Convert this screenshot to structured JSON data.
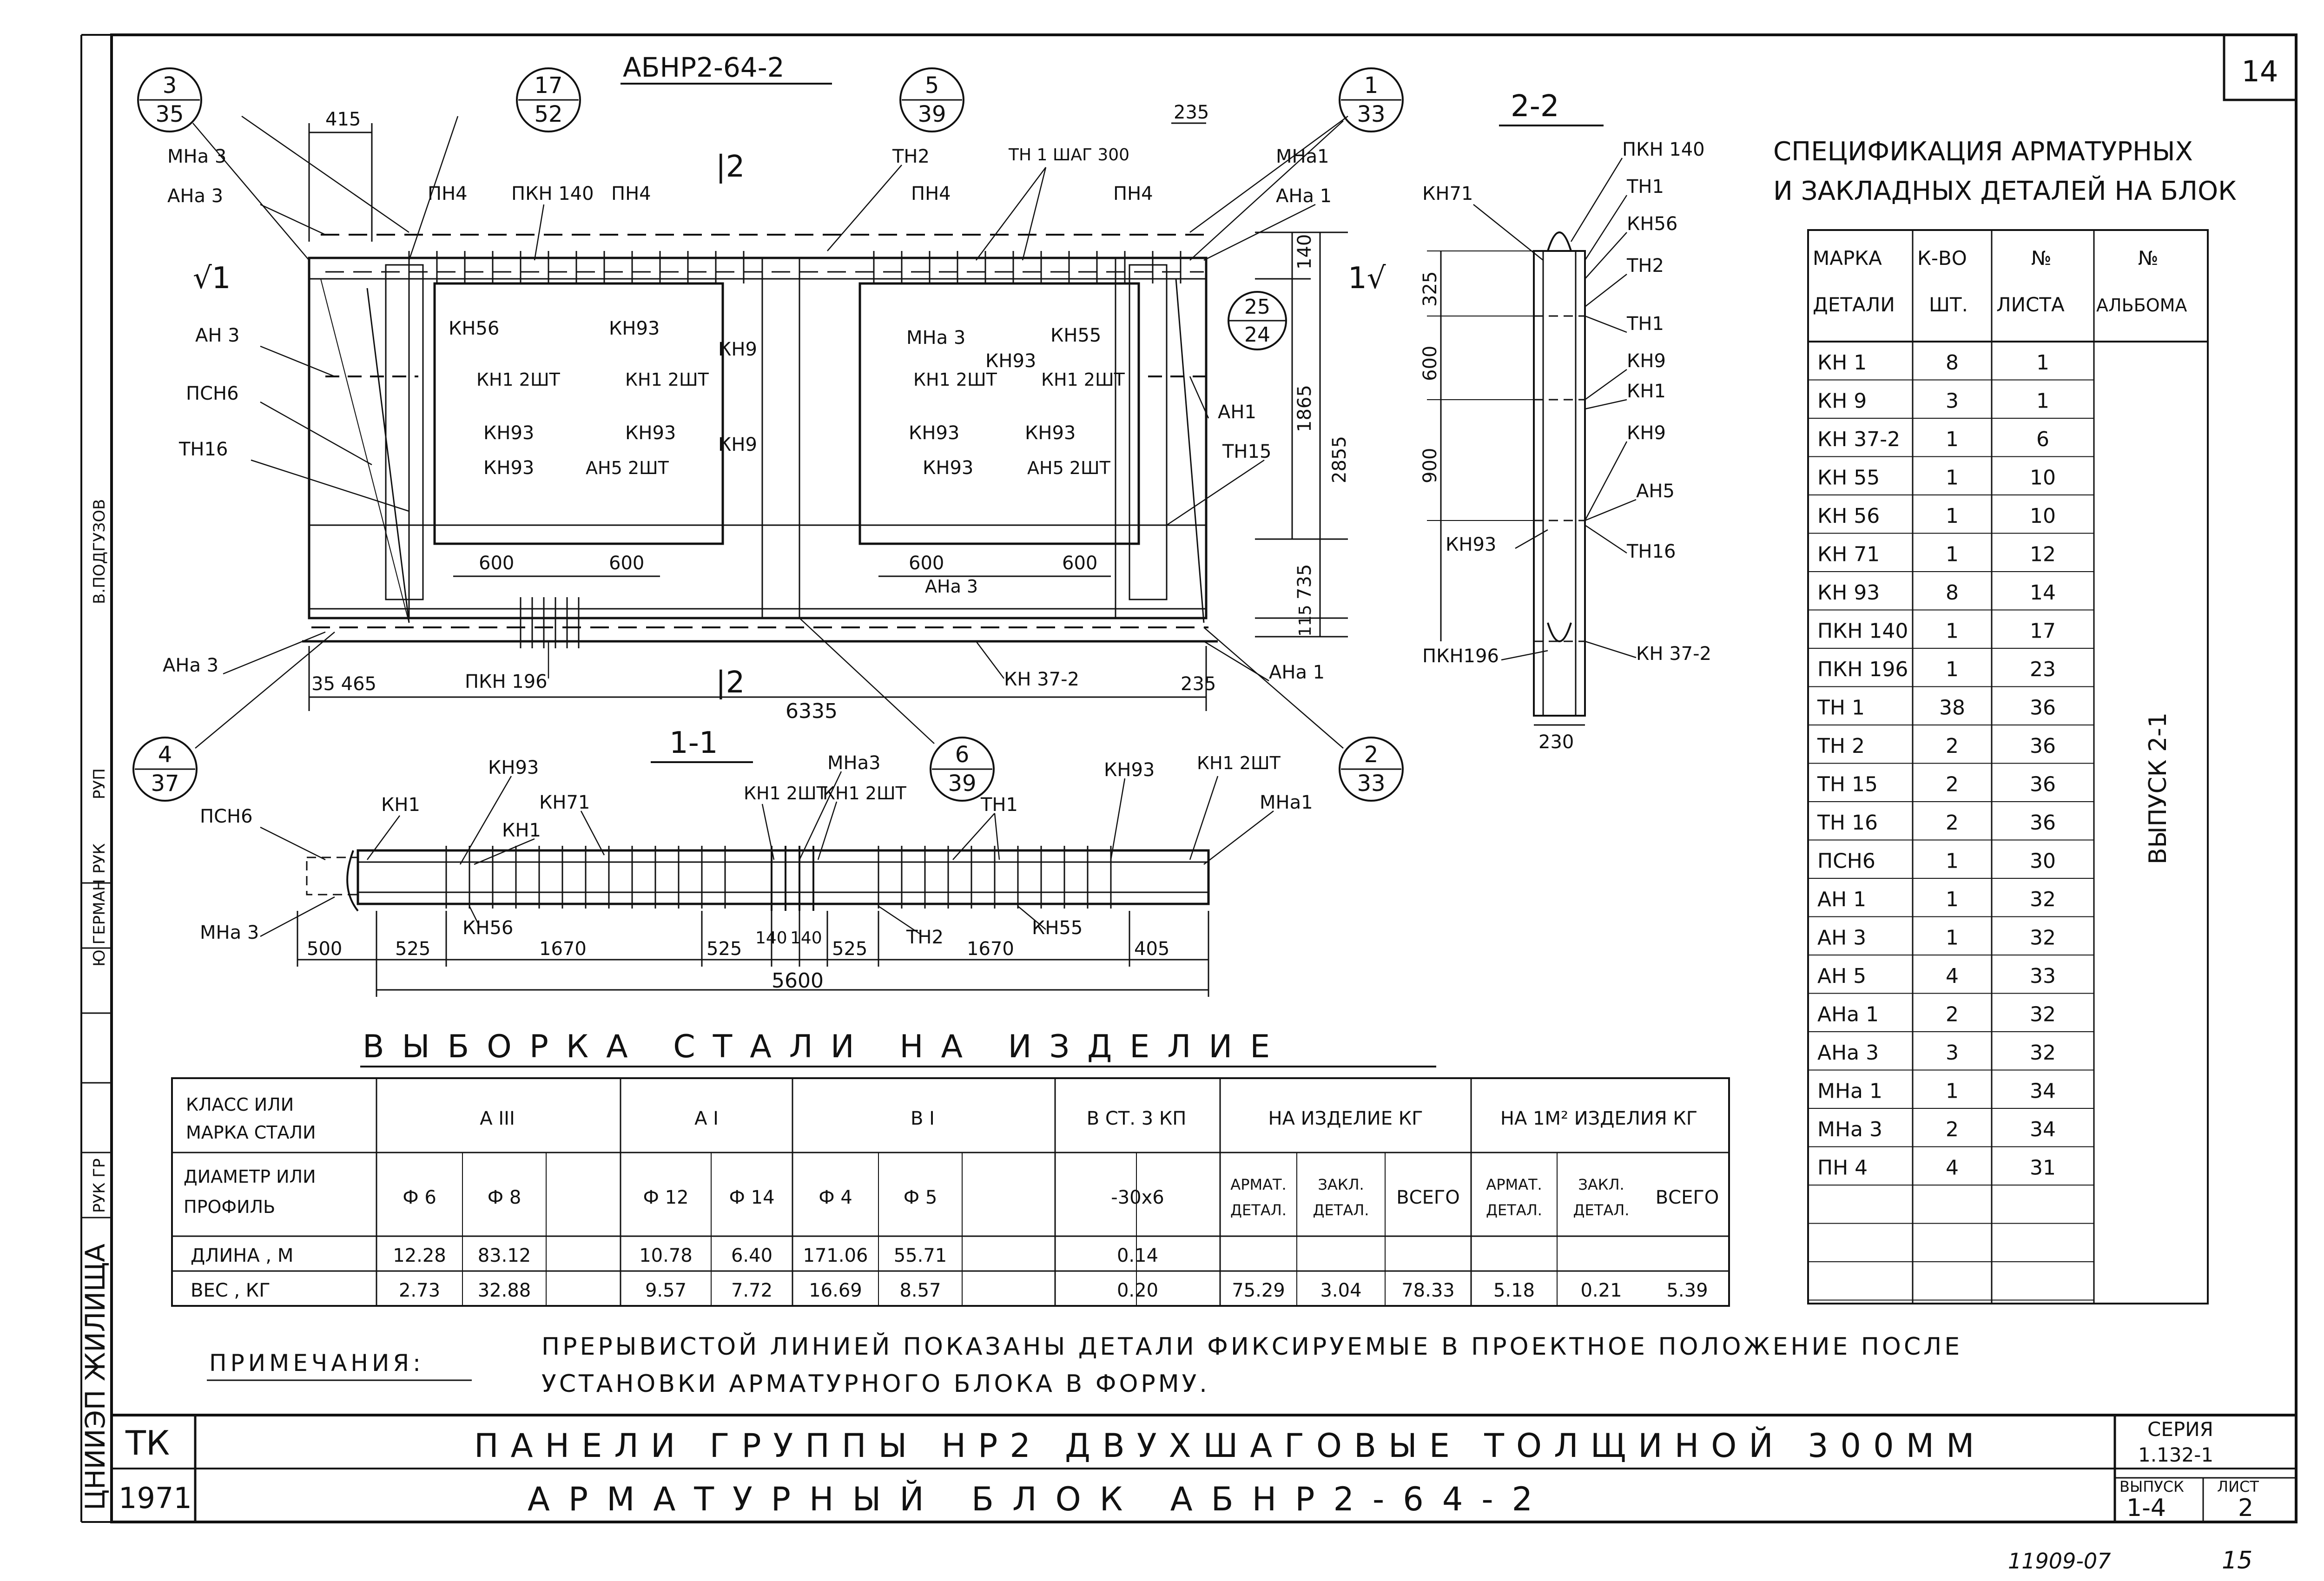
{
  "sheet_number": "14",
  "block_title": "АБНР2-64-2",
  "section_2_label": "2-2",
  "section_1_label": "1-1",
  "circle_refs": [
    {
      "top": "3",
      "bottom": "35"
    },
    {
      "top": "17",
      "bottom": "52"
    },
    {
      "top": "5",
      "bottom": "39"
    },
    {
      "top": "1",
      "bottom": "33"
    },
    {
      "top": "25",
      "bottom": "24"
    },
    {
      "top": "4",
      "bottom": "37"
    },
    {
      "top": "6",
      "bottom": "39"
    },
    {
      "top": "2",
      "bottom": "33"
    }
  ],
  "view_labels": {
    "top_left": [
      "МНа 3",
      "АНа 3",
      "ПН4",
      "ПКН 140",
      "ПН4",
      "ТН2",
      "ТН 1 ШАГ 300",
      "ПН4",
      "МНа1",
      "АНа 1"
    ],
    "mid": [
      "КН56",
      "КН93",
      "КН9",
      "МНа 3",
      "КН93",
      "КН55",
      "КН1 2ШТ",
      "КН93",
      "КН9",
      "КН1 2ШТ",
      "КН93",
      "АН5 2ШТ"
    ],
    "left_side": [
      "АН 3",
      "ПСН6",
      "ТН16",
      "АНа 3"
    ],
    "right_side": [
      "АН1",
      "ТН15",
      "АНа 1"
    ],
    "bottom": [
      "ПКН 196",
      "КН 37-2",
      "АНа 3"
    ]
  },
  "dimensions": {
    "top_415": "415",
    "top_235": "235",
    "right_140": "140",
    "right_1865": "1865",
    "right_2855": "2855",
    "right_735": "735",
    "right_115": "115",
    "bottom_35465": "35 465",
    "bottom_6335": "6335",
    "bottom_235": "235",
    "d600a": "600",
    "d600b": "600",
    "d600c": "600",
    "d600d": "600"
  },
  "section22": {
    "labels": [
      "КН71",
      "ПКН 140",
      "ТН1",
      "КН56",
      "ТН2",
      "ТН1",
      "КН9",
      "КН1",
      "КН9",
      "АН5",
      "КН93",
      "ТН16",
      "ПКН196",
      "КН 37-2"
    ],
    "dims": [
      "325",
      "600",
      "900",
      "230"
    ]
  },
  "section11": {
    "labels": [
      "ПСН6",
      "КН1",
      "КН93",
      "КН1",
      "КН71",
      "КН1 2ШТ",
      "МНа3",
      "КН1 2ШТ",
      "ТН1",
      "КН93",
      "КН1 2ШТ",
      "МНа1",
      "МНа 3",
      "КН56",
      "ТН2",
      "КН55"
    ],
    "dims": [
      "500",
      "525",
      "1670",
      "525",
      "140",
      "140",
      "525",
      "1670",
      "405",
      "5600"
    ]
  },
  "spec": {
    "title_line1": "СПЕЦИФИКАЦИЯ АРМАТУРНЫХ",
    "title_line2": "И ЗАКЛАДНЫХ ДЕТАЛЕЙ НА БЛОК",
    "headers": [
      "МАРКА ДЕТАЛИ",
      "К-ВО ШТ.",
      "№ ЛИСТА",
      "№ АЛЬБОМА"
    ],
    "album_note": "ВЫПУСК 2-1",
    "rows": [
      [
        "КН 1",
        "8",
        "1"
      ],
      [
        "КН 9",
        "3",
        "1"
      ],
      [
        "КН 37-2",
        "1",
        "6"
      ],
      [
        "КН 55",
        "1",
        "10"
      ],
      [
        "КН 56",
        "1",
        "10"
      ],
      [
        "КН 71",
        "1",
        "12"
      ],
      [
        "КН 93",
        "8",
        "14"
      ],
      [
        "ПКН 140",
        "1",
        "17"
      ],
      [
        "ПКН 196",
        "1",
        "23"
      ],
      [
        "ТН 1",
        "38",
        "36"
      ],
      [
        "ТН 2",
        "2",
        "36"
      ],
      [
        "ТН 15",
        "2",
        "36"
      ],
      [
        "ТН 16",
        "2",
        "36"
      ],
      [
        "ПСН6",
        "1",
        "30"
      ],
      [
        "АН 1",
        "1",
        "32"
      ],
      [
        "АН 3",
        "1",
        "32"
      ],
      [
        "АН 5",
        "4",
        "33"
      ],
      [
        "АНа 1",
        "2",
        "32"
      ],
      [
        "АНа 3",
        "3",
        "32"
      ],
      [
        "МНа 1",
        "1",
        "34"
      ],
      [
        "МНа 3",
        "2",
        "34"
      ],
      [
        "ПН 4",
        "4",
        "31"
      ]
    ]
  },
  "steel": {
    "title": "ВЫБОРКА СТАЛИ НА ИЗДЕЛИЕ",
    "class_label": "КЛАСС ИЛИ МАРКА СТАЛИ",
    "diam_label": "ДИАМЕТР ИЛИ ПРОФИЛЬ",
    "length_label": "ДЛИНА , М",
    "weight_label": "ВЕС , КГ",
    "classes": [
      "А III",
      "А I",
      "В I",
      "В СТ. 3 КП",
      "НА ИЗДЕЛИЕ КГ",
      "НА 1М² ИЗДЕЛИЯ КГ"
    ],
    "profiles": [
      "Ф 6",
      "Ф 8",
      "",
      "Ф 12",
      "Ф 14",
      "Ф 4",
      "Ф 5",
      "",
      "-30х6",
      "АРМАТ. ДЕТАЛ.",
      "ЗАКЛ. ДЕТАЛ.",
      "ВСЕГО",
      "АРМАТ. ДЕТАЛ.",
      "ЗАКЛ. ДЕТАЛ.",
      "ВСЕГО"
    ],
    "lengths": [
      "12.28",
      "83.12",
      "",
      "10.78",
      "6.40",
      "171.06",
      "55.71",
      "",
      "0.14",
      "",
      "",
      "",
      "",
      "",
      ""
    ],
    "weights": [
      "2.73",
      "32.88",
      "",
      "9.57",
      "7.72",
      "16.69",
      "8.57",
      "",
      "0.20",
      "75.29",
      "3.04",
      "78.33",
      "5.18",
      "0.21",
      "5.39"
    ]
  },
  "note_label": "ПРИМЕЧАНИЯ:",
  "note_line1": "ПРЕРЫВИСТОЙ ЛИНИЕЙ ПОКАЗАНЫ ДЕТАЛИ ФИКСИРУЕМЫЕ В ПРОЕКТНОЕ ПОЛОЖЕНИЕ ПОСЛЕ",
  "note_line2": "УСТАНОВКИ АРМАТУРНОГО БЛОКА В ФОРМУ.",
  "title_block": {
    "tk": "ТК",
    "year": "1971",
    "line1": "ПАНЕЛИ ГРУППЫ НР2 ДВУХШАГОВЫЕ ТОЛЩИНОЙ 300ММ",
    "line2": "АРМАТУРНЫЙ БЛОК АБНР2-64-2",
    "series_label": "СЕРИЯ",
    "series": "1.132-1",
    "issue_label": "ВЫПУСК",
    "issue": "1-4",
    "sheet_label": "ЛИСТ",
    "sheet": "2"
  },
  "left_strip": {
    "org": "ЦНИИЭП ЖИЛИЩА",
    "names": [
      "РУК ГР",
      "Ю ГЕРМАН",
      "РУК",
      "РУП",
      "В.ПОДГУЗОВ"
    ]
  },
  "footer_code": "11909-07",
  "footer_page": "15"
}
